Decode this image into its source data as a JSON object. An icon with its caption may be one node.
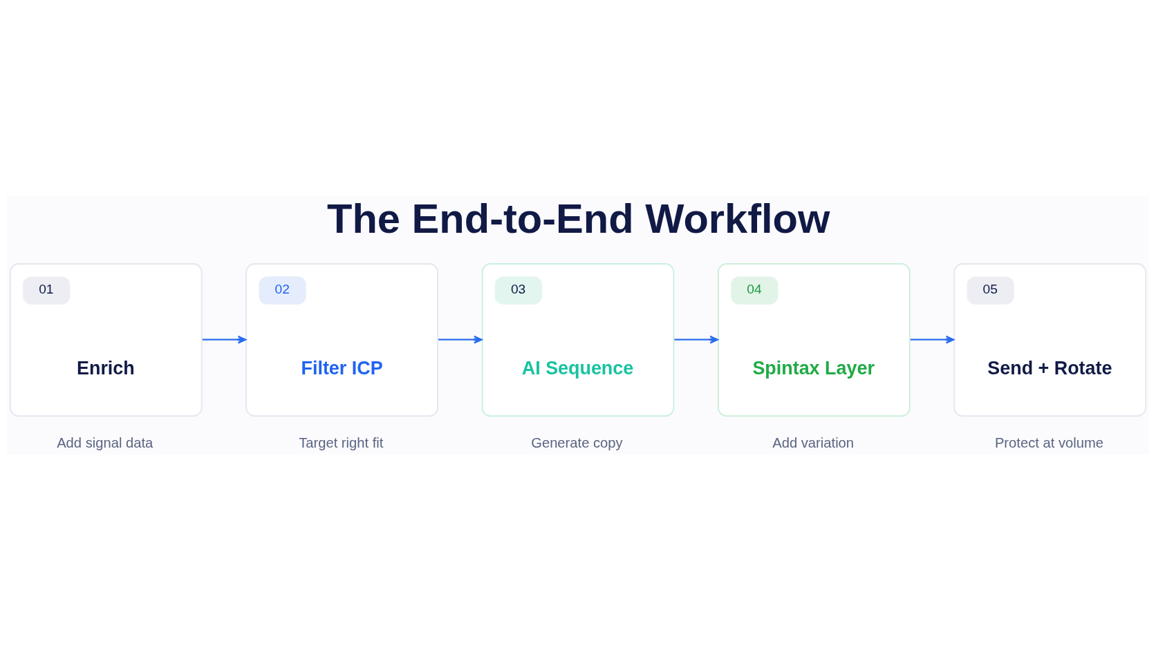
{
  "diagram": {
    "title": "The End-to-End Workflow",
    "nodes": [
      {
        "text": [
          "01",
          "Enrich"
        ],
        "beside": [
          "Add signal data"
        ]
      },
      {
        "text": [
          "02",
          "Filter ICP"
        ],
        "beside": [
          "Target right fit"
        ]
      },
      {
        "text": [
          "03",
          "AI Sequence"
        ],
        "beside": [
          "Generate copy"
        ]
      },
      {
        "text": [
          "04",
          "Spintax Layer"
        ],
        "beside": [
          "Add variation"
        ]
      },
      {
        "text": [
          "05",
          "Send + Rotate"
        ],
        "beside": [
          "Protect at volume"
        ]
      }
    ],
    "edges": [
      {
        "from": 0,
        "to": 1,
        "arrow": "to"
      },
      {
        "from": 1,
        "to": 2,
        "arrow": "to"
      },
      {
        "from": 2,
        "to": 3,
        "arrow": "to"
      },
      {
        "from": 3,
        "to": 4,
        "arrow": "to"
      }
    ]
  }
}
